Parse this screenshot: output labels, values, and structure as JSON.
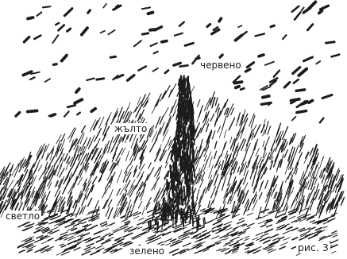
{
  "labels": {
    "red": "червено",
    "yellow": "жълто",
    "light": "светло",
    "green": "зелено",
    "figure": "рис. 3"
  },
  "colors": {
    "ink": "#1c1c1c",
    "paper": "#ffffff"
  },
  "regions": [
    {
      "name": "sky-dashes",
      "depicts": "scattered dark strokes (leaves/sky)"
    },
    {
      "name": "hill-hatching",
      "depicts": "diagonal hatching of a hill / tree crown"
    },
    {
      "name": "trunk",
      "depicts": "dense dark vertical trunk"
    },
    {
      "name": "ground-hatching",
      "depicts": "fine ground strokes"
    }
  ]
}
